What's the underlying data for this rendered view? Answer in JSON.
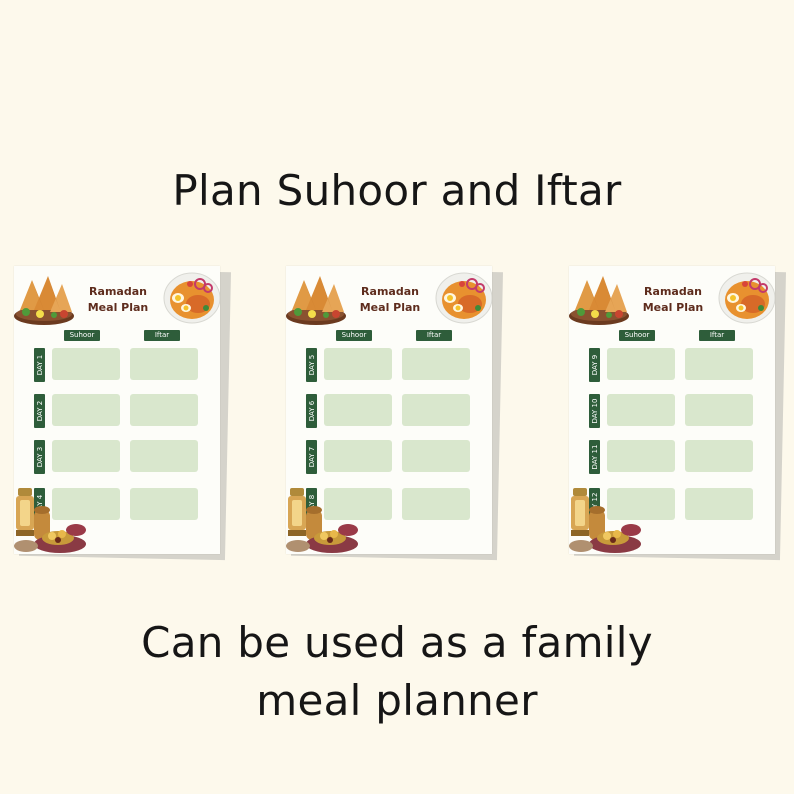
{
  "headline_top": "Plan Suhoor and Iftar",
  "headline_bottom": "Can be used as a family meal planner",
  "sheets": [
    {
      "title": "Ramadan Meal Plan",
      "columns": [
        "Suhoor",
        "Iftar"
      ],
      "days": [
        "DAY 1",
        "DAY 2",
        "DAY 3",
        "DAY 4"
      ]
    },
    {
      "title": "Ramadan Meal Plan",
      "columns": [
        "Suhoor",
        "Iftar"
      ],
      "days": [
        "DAY 5",
        "DAY 6",
        "DAY 7",
        "DAY 8"
      ]
    },
    {
      "title": "Ramadan Meal Plan",
      "columns": [
        "Suhoor",
        "Iftar"
      ],
      "days": [
        "DAY 9",
        "DAY 10",
        "DAY 11",
        "DAY 12"
      ]
    }
  ],
  "colors": {
    "background": "#fdf9ec",
    "accent_green": "#2e5d3a",
    "box_green": "#d9e7cd",
    "title_brown": "#5e2c1d"
  },
  "icons": [
    "samosa-plate-illustration",
    "iftar-dish-illustration",
    "lantern-dates-illustration"
  ]
}
